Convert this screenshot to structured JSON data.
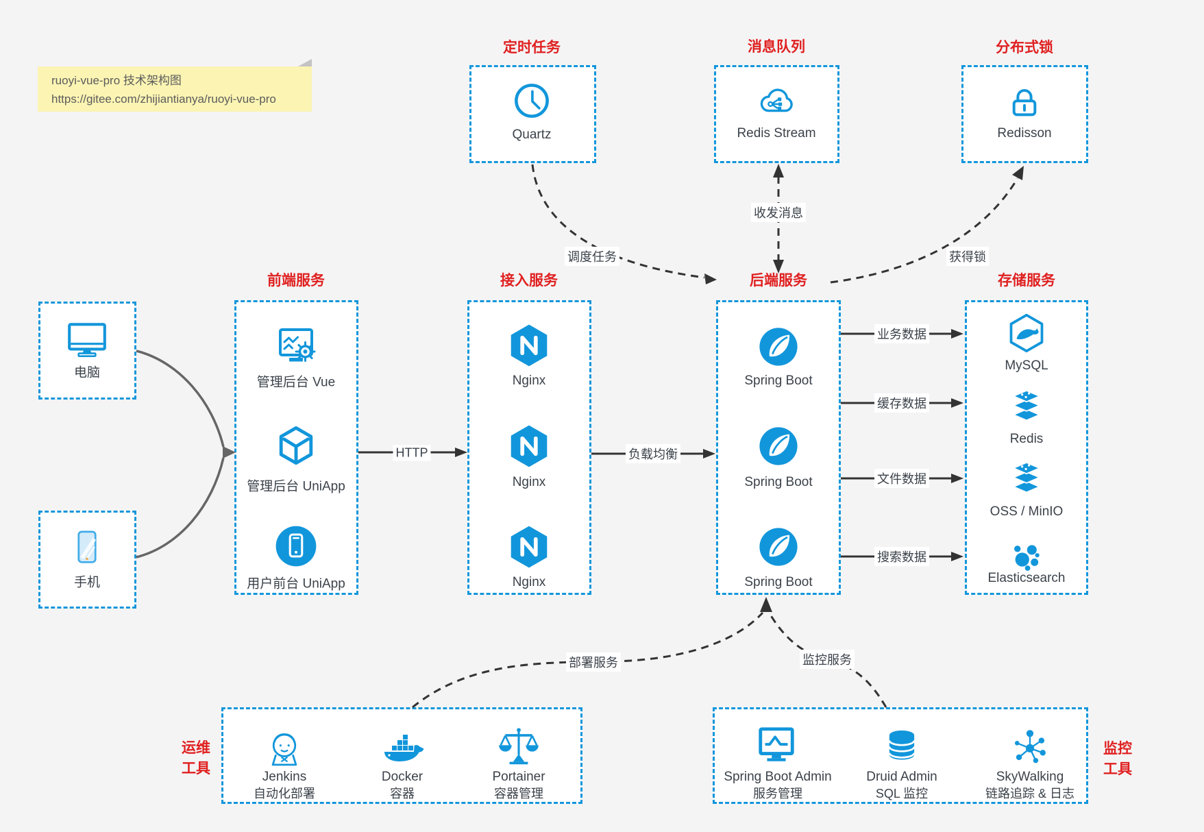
{
  "note": {
    "line1": "ruoyi-vue-pro 技术架构图",
    "line2": "https://gitee.com/zhijiantianya/ruoyi-vue-pro"
  },
  "top_groups": {
    "scheduled_job": {
      "title": "定时任务",
      "item": "Quartz"
    },
    "message_queue": {
      "title": "消息队列",
      "item": "Redis Stream"
    },
    "distributed_lock": {
      "title": "分布式锁",
      "item": "Redisson"
    }
  },
  "clients": {
    "computer": "电脑",
    "phone": "手机"
  },
  "frontend": {
    "title": "前端服务",
    "items": [
      "管理后台 Vue",
      "管理后台 UniApp",
      "用户前台 UniApp"
    ]
  },
  "gateway": {
    "title": "接入服务",
    "items": [
      "Nginx",
      "Nginx",
      "Nginx"
    ]
  },
  "backend": {
    "title": "后端服务",
    "items": [
      "Spring Boot",
      "Spring Boot",
      "Spring Boot"
    ]
  },
  "storage": {
    "title": "存储服务",
    "items": [
      "MySQL",
      "Redis",
      "OSS / MinIO",
      "Elasticsearch"
    ]
  },
  "ops_tools": {
    "title": "运维工具",
    "title_lines": [
      "运维",
      "工具"
    ],
    "items": [
      {
        "name": "Jenkins",
        "desc": "自动化部署"
      },
      {
        "name": "Docker",
        "desc": "容器"
      },
      {
        "name": "Portainer",
        "desc": "容器管理"
      }
    ]
  },
  "monitor_tools": {
    "title": "监控工具",
    "title_lines": [
      "监控",
      "工具"
    ],
    "items": [
      {
        "name": "Spring Boot Admin",
        "desc": "服务管理"
      },
      {
        "name": "Druid Admin",
        "desc": "SQL 监控"
      },
      {
        "name": "SkyWalking",
        "desc": "链路追踪 & 日志"
      }
    ]
  },
  "edges": {
    "http": "HTTP",
    "load_balance": "负载均衡",
    "business_data": "业务数据",
    "cache_data": "缓存数据",
    "file_data": "文件数据",
    "search_data": "搜索数据",
    "schedule_job": "调度任务",
    "send_receive_message": "收发消息",
    "acquire_lock": "获得锁",
    "deploy_service": "部署服务",
    "monitor_service": "监控服务"
  },
  "colors": {
    "accent_blue": "#1296db",
    "title_red": "#e02020",
    "arrow_black": "#333333",
    "client_arrow_gray": "#666666",
    "note_bg": "#fbf4b3",
    "text": "#3b424a",
    "canvas_bg": "#f4f4f5",
    "box_bg": "#ffffff"
  }
}
